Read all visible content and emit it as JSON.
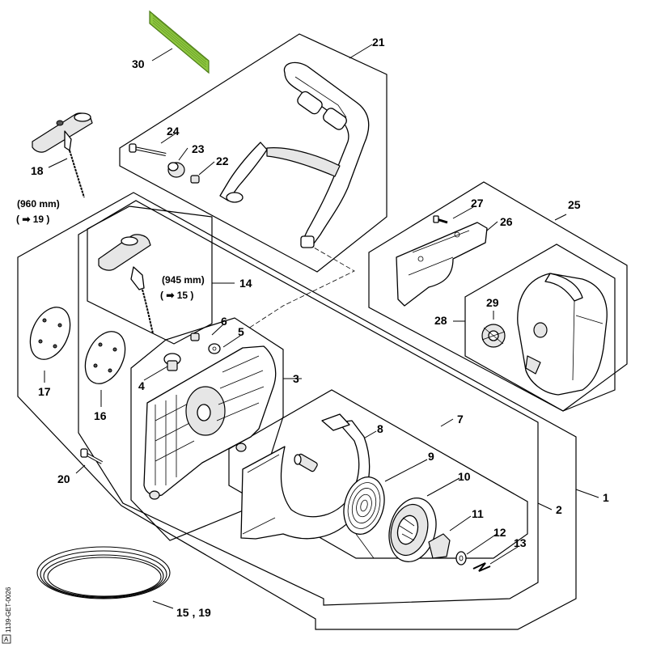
{
  "callouts": {
    "p1": "1",
    "p2": "2",
    "p3": "3",
    "p4": "4",
    "p5": "5",
    "p6": "6",
    "p7": "7",
    "p8": "8",
    "p9": "9",
    "p10": "10",
    "p11": "11",
    "p12": "12",
    "p13": "13",
    "p14": "14",
    "p16": "16",
    "p17": "17",
    "p18": "18",
    "p20": "20",
    "p21": "21",
    "p22": "22",
    "p23": "23",
    "p24": "24",
    "p25": "25",
    "p26": "26",
    "p27": "27",
    "p28": "28",
    "p29": "29",
    "p30": "30",
    "p15_19": "15 , 19"
  },
  "notes": {
    "rope_length_18": "(960 mm)",
    "ref_18": "( ➡ 19 )",
    "rope_length_14": "(945 mm)",
    "ref_14": "( ➡ 15 )"
  },
  "drawing_code": "1139-GET-0026",
  "drawing_badge": "A",
  "colors": {
    "label_fill": "#8dc63f",
    "label_stroke": "#4a7a14"
  }
}
